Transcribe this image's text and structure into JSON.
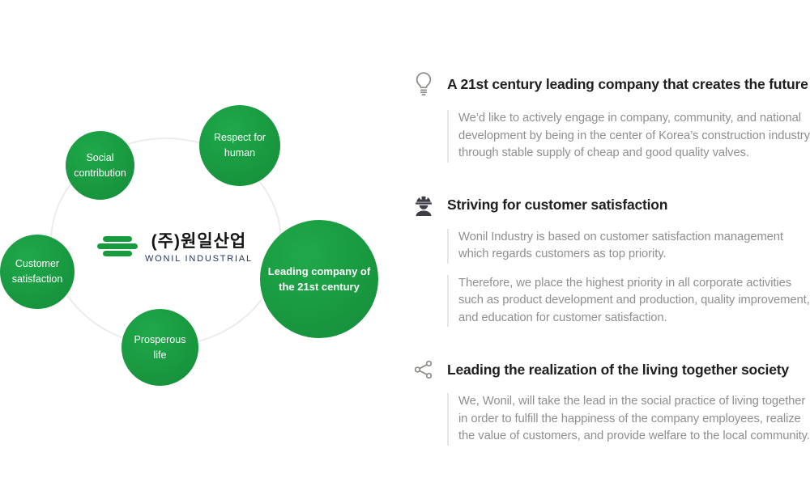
{
  "brand": {
    "korean_name": "(주)원일산업",
    "english_name": "WONIL INDUSTRIAL"
  },
  "diagram": {
    "circles": [
      {
        "id": "social-contribution",
        "label": "Social contribution"
      },
      {
        "id": "respect-for-human",
        "label": "Respect for human"
      },
      {
        "id": "customer-satisfaction",
        "label": "Customer satisfaction"
      },
      {
        "id": "prosperous-life",
        "label": "Prosperous life"
      },
      {
        "id": "leading-company",
        "label": "Leading company of the 21st century"
      }
    ]
  },
  "sections": [
    {
      "icon": "lightbulb-icon",
      "title": "A 21st century leading company that creates the future",
      "paragraphs": [
        "We’d like to actively engage in company, community, and national development by being in the center of Korea’s construction industry through stable supply of cheap and good quality valves."
      ]
    },
    {
      "icon": "worker-icon",
      "title": "Striving for customer satisfaction",
      "paragraphs": [
        "Wonil Industry is based on customer satisfaction management which regards customers as top priority.",
        "Therefore, we place the highest priority in all corporate activities such as product development and production, quality improvement, and education for customer satisfaction."
      ]
    },
    {
      "icon": "share-icon",
      "title": "Leading the realization of the living together society",
      "paragraphs": [
        "We, Wonil, will take the lead in the social practice of living together in order to fulfill the happiness of the company employees, realize the value of customers, and provide welfare to the local community."
      ]
    }
  ],
  "colors": {
    "circle_green": "#189b3f",
    "orbit_gray": "#ececec",
    "heading_text": "#1f1f1f",
    "body_text": "#8f8f8f"
  }
}
